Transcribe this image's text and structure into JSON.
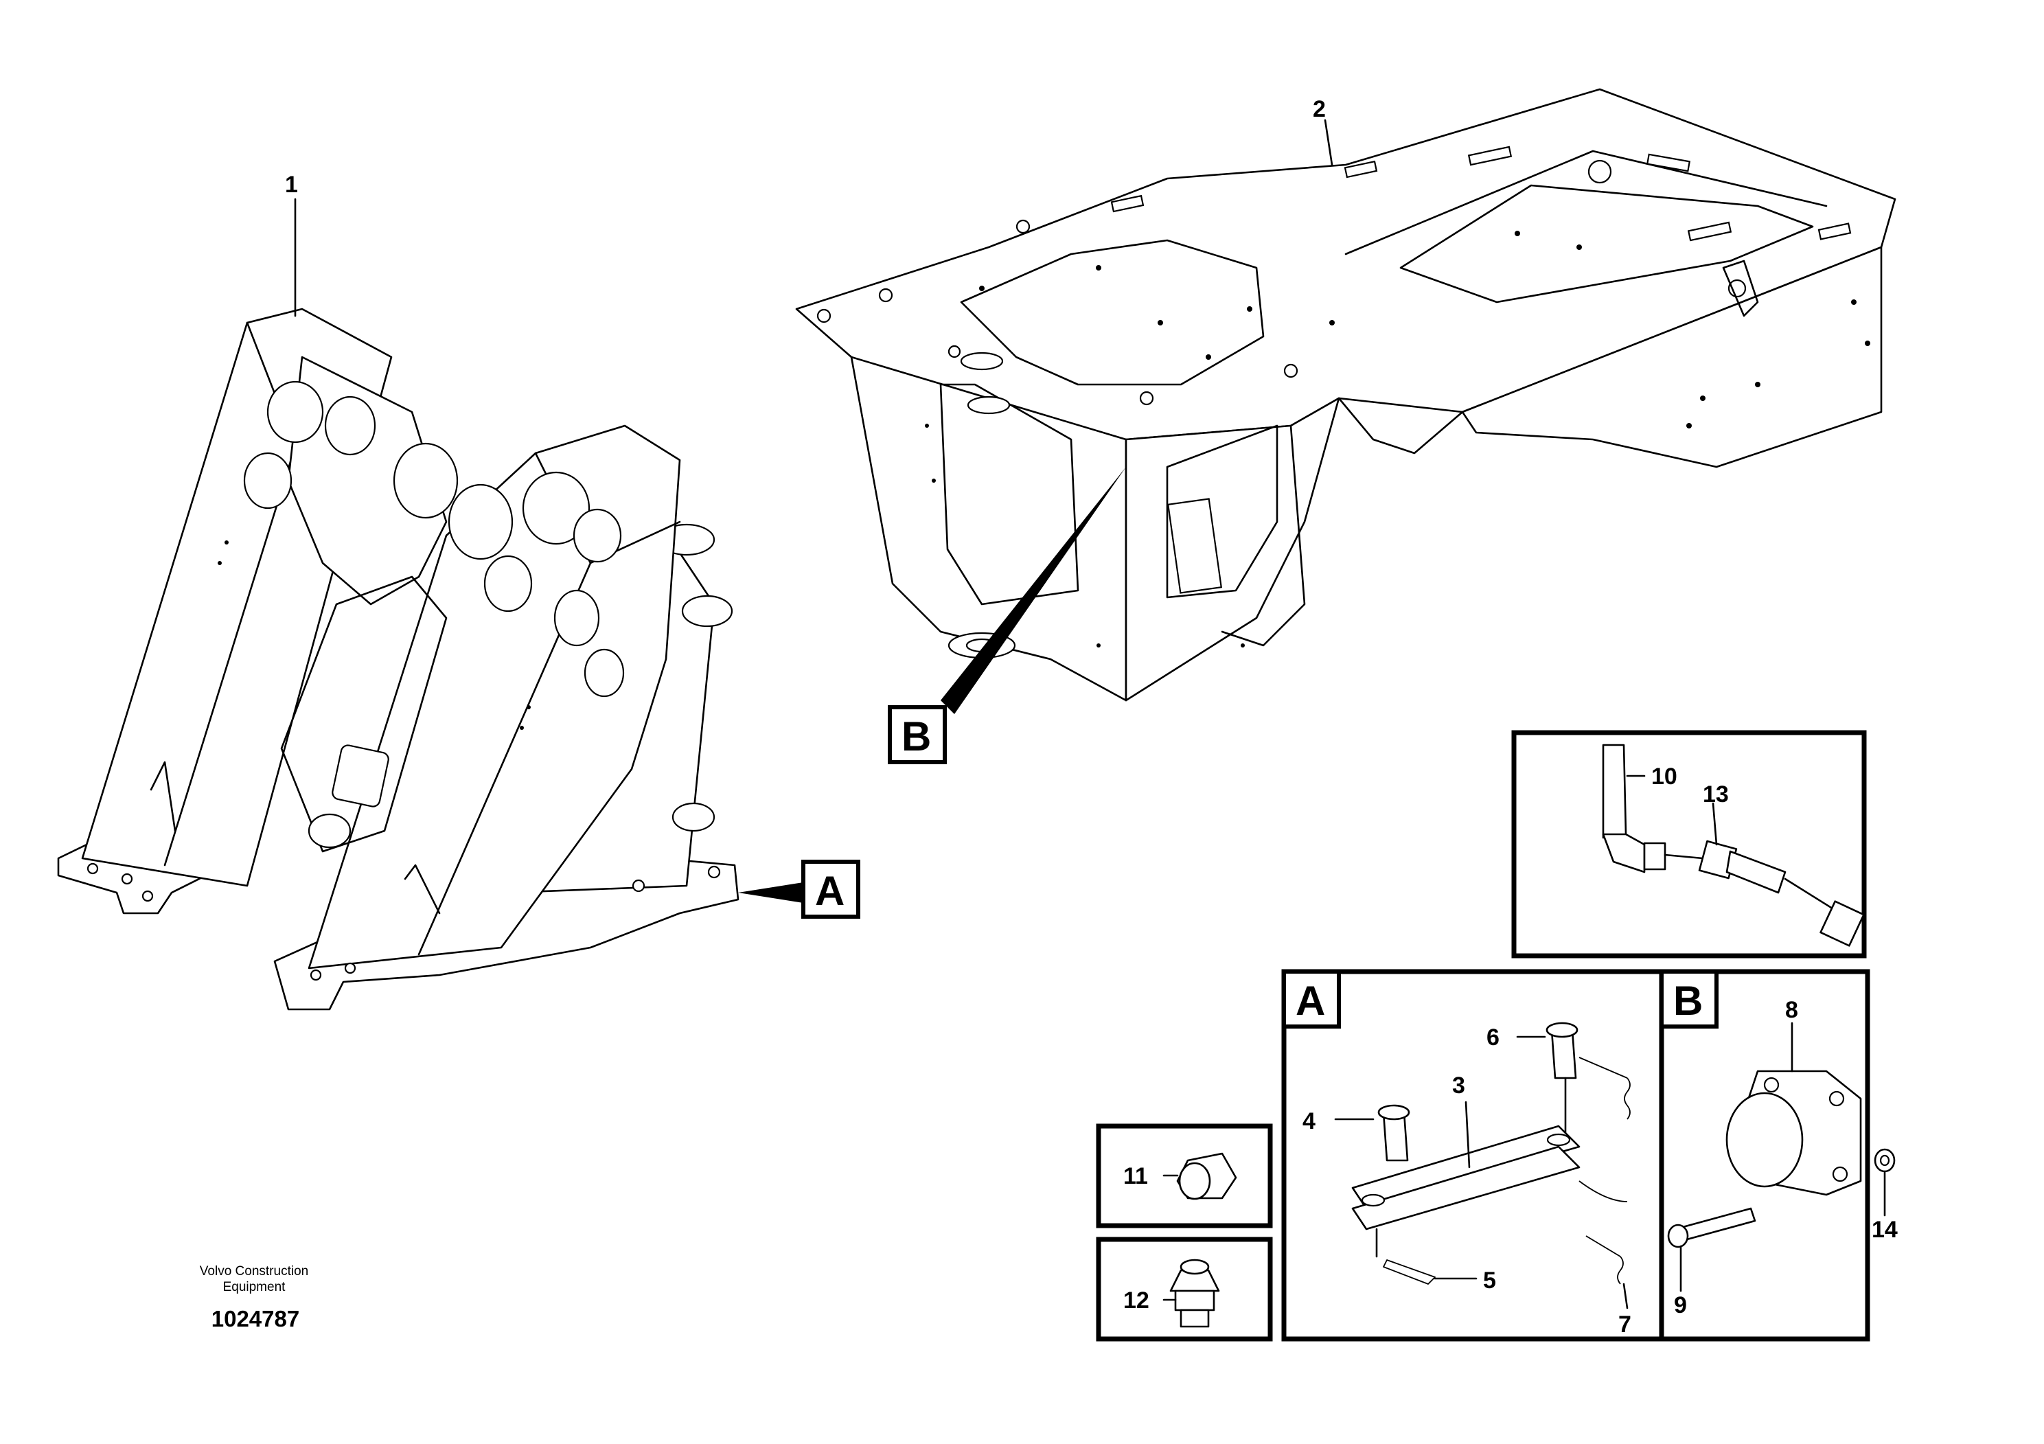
{
  "callouts": {
    "c1": "1",
    "c2": "2",
    "c3": "3",
    "c4": "4",
    "c5": "5",
    "c6": "6",
    "c7": "7",
    "c8": "8",
    "c9": "9",
    "c10": "10",
    "c11": "11",
    "c12": "12",
    "c13": "13",
    "c14": "14"
  },
  "detail_tags": {
    "a": "A",
    "b": "B"
  },
  "footer": {
    "brand_line1": "Volvo Construction",
    "brand_line2": "Equipment",
    "drawing_number": "1024787"
  }
}
